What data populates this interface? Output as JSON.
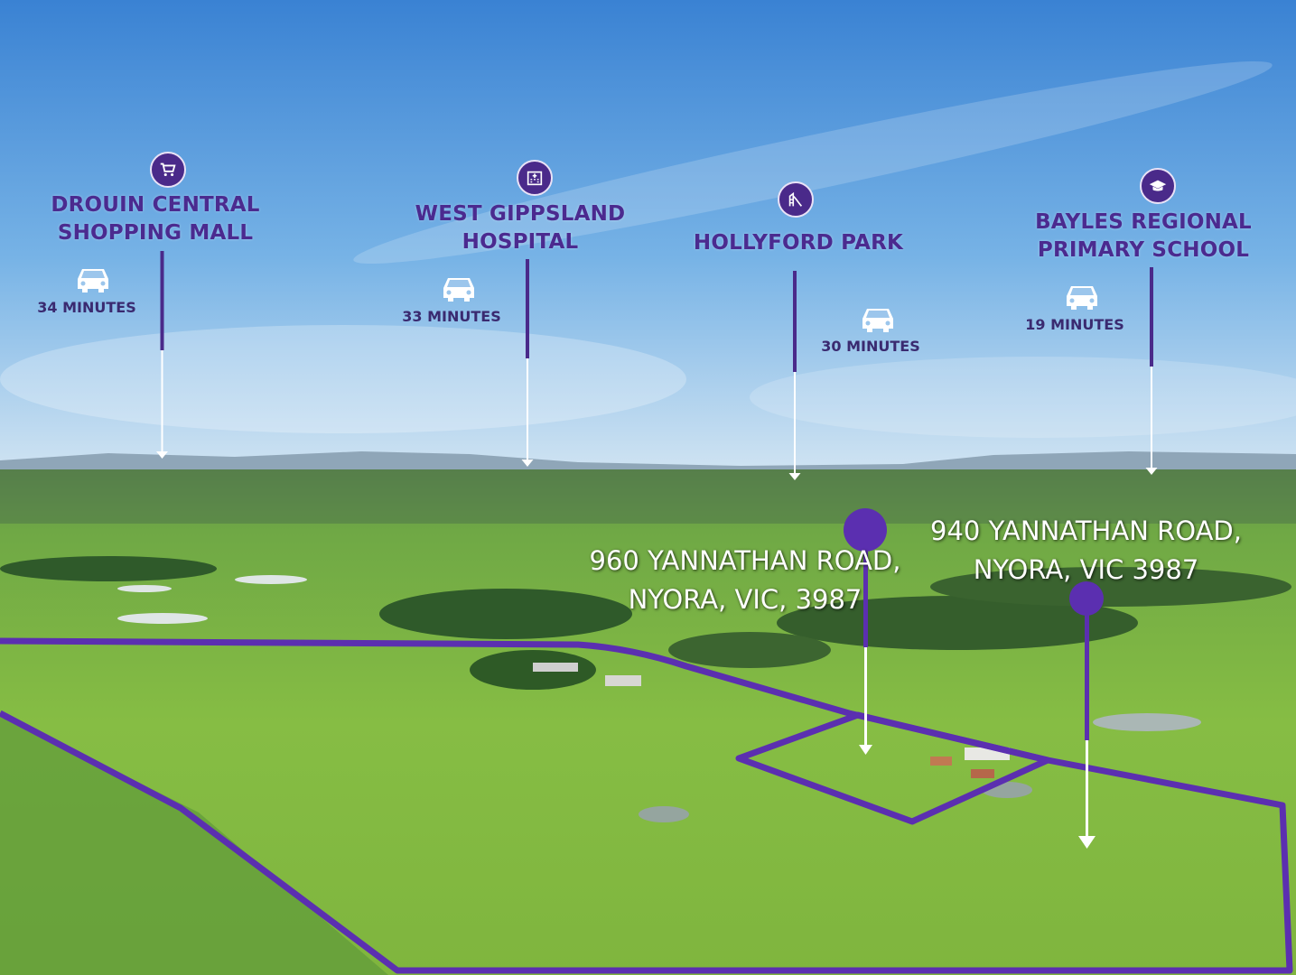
{
  "points_of_interest": [
    {
      "icon": "shopping-cart-icon",
      "line1": "DROUIN CENTRAL",
      "line2": "SHOPPING MALL",
      "travel_time": "34 MINUTES"
    },
    {
      "icon": "hospital-building-icon",
      "line1": "WEST GIPPSLAND",
      "line2": "HOSPITAL",
      "travel_time": "33 MINUTES"
    },
    {
      "icon": "playground-slide-icon",
      "line1": "HOLLYFORD PARK",
      "line2": "",
      "travel_time": "30 MINUTES"
    },
    {
      "icon": "graduation-cap-icon",
      "line1": "BAYLES REGIONAL",
      "line2": "PRIMARY SCHOOL",
      "travel_time": "19 MINUTES"
    }
  ],
  "properties": [
    {
      "line1": "960 YANNATHAN ROAD,",
      "line2": "NYORA, VIC, 3987"
    },
    {
      "line1": "940 YANNATHAN ROAD,",
      "line2": "NYORA, VIC 3987"
    }
  ],
  "colors": {
    "accent": "#4a2a8a",
    "boundary": "#5b2fb0",
    "sky_top": "#3d86d6",
    "sky_bottom": "#bcd9ef",
    "grass": "#7fb843"
  }
}
